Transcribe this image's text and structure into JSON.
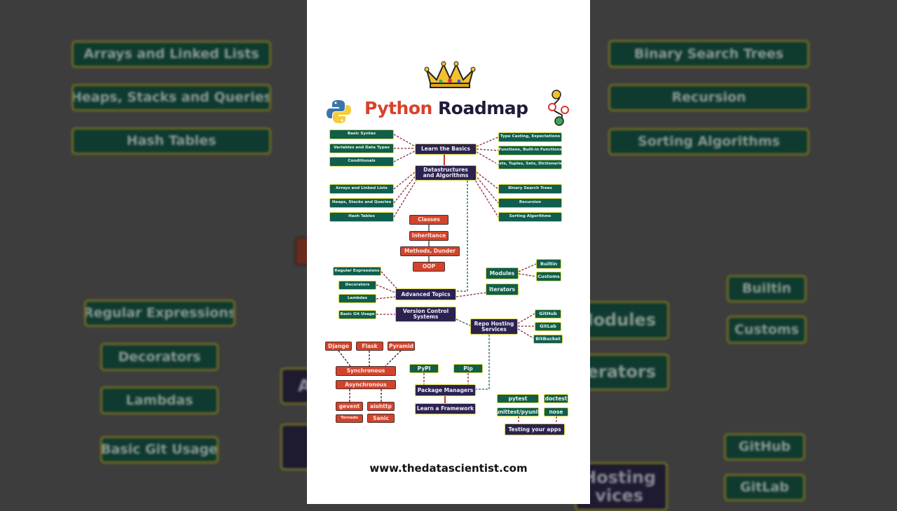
{
  "background": {
    "left": [
      "Arrays and Linked Lists",
      "Heaps, Stacks and Queries",
      "Hash Tables",
      "Regular Expressions",
      "Decorators",
      "Lambdas",
      "Basic Git Usage",
      "A"
    ],
    "right": [
      "Binary Search Trees",
      "Recursion",
      "Sorting Algorithms",
      "Builtin",
      "Modules",
      "Customs",
      "erators",
      "GitHub",
      "GitLab",
      "Hosting\nvices"
    ]
  },
  "header": {
    "title_part1": "Python",
    "title_part2": "Roadmap",
    "title_color1": "#d9412b",
    "title_color2": "#1e1b3a",
    "icons": [
      "crown-icon",
      "python-logo-icon",
      "path-nodes-icon"
    ]
  },
  "basics": {
    "main": "Learn the Basics",
    "left": [
      "Basic Syntax",
      "Variables and Data Types",
      "Conditionals"
    ],
    "right": [
      "Type Casting, Expectations",
      "Functions, Built-in Functions",
      "Lists, Tuples, Sets, Dictionaries"
    ]
  },
  "dsa": {
    "main": "Datastructures\nand Algorithms",
    "left": [
      "Arrays and Linked Lists",
      "Heaps, Stacks and Queries",
      "Hash Tables"
    ],
    "right": [
      "Binary Search Trees",
      "Recursion",
      "Sorting Algorithms"
    ]
  },
  "oop": [
    "Classes",
    "Inheritance",
    "Methods, Dunder",
    "OOP"
  ],
  "advanced": {
    "main": "Advanced Topics",
    "left": [
      "Regular Expressions",
      "Decorators",
      "Lambdas"
    ]
  },
  "modules": {
    "main": "Modules",
    "items": [
      "Builtin",
      "Customs"
    ],
    "iterators": "Iterators"
  },
  "vcs": {
    "main": "Version Control\nSystems",
    "left": "Basic Git Usage"
  },
  "repo": {
    "main": "Repo Hosting\nServices",
    "items": [
      "GitHub",
      "GitLab",
      "BitBucket"
    ]
  },
  "frameworks": {
    "sync_frameworks": [
      "Django",
      "Flask",
      "Pyramid"
    ],
    "sync": "Synchronous",
    "async": "Asynchronous",
    "async_frameworks": [
      "gevent",
      "aiohttp",
      "Tornado",
      "Sanic"
    ]
  },
  "packages": {
    "items": [
      "PyPI",
      "Pip"
    ],
    "main": "Package Managers",
    "framework": "Learn a Framework"
  },
  "testing": {
    "items": [
      "pytest",
      "doctest",
      "unittest/pyunit",
      "nose"
    ],
    "main": "Testing your apps"
  },
  "footer": "www.thedatascientist.com",
  "colors": {
    "green": "#0f5e4e",
    "red": "#d3432b",
    "dark": "#2b2250",
    "border": "#d7d53b"
  }
}
